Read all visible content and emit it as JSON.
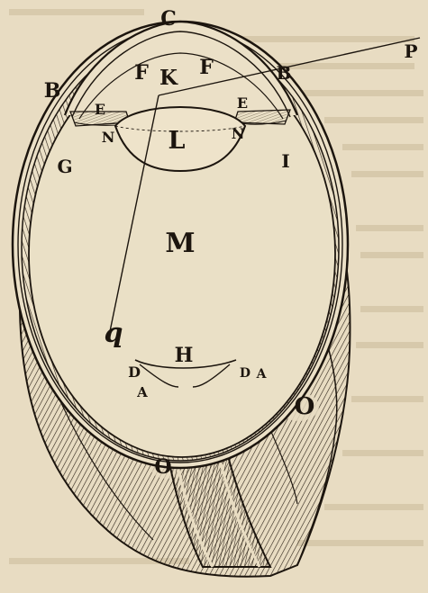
{
  "diagram": {
    "labels": {
      "C": "C",
      "P": "P",
      "B_left": "B",
      "B_right": "B",
      "F_left": "F",
      "K": "K",
      "F_right": "F",
      "E_left": "E",
      "E_right": "E",
      "N_left": "N",
      "N_right": "N",
      "L": "L",
      "G": "G",
      "I": "I",
      "M": "M",
      "q": "q",
      "H": "H",
      "D_left": "D",
      "A_left": "A",
      "D_right": "D",
      "A_right": "A",
      "O_right": "O",
      "O_left": "O"
    }
  },
  "colors": {
    "paper": "#e8dcc2",
    "ink": "#1c150e",
    "bleed_through": "#b9a98a"
  }
}
